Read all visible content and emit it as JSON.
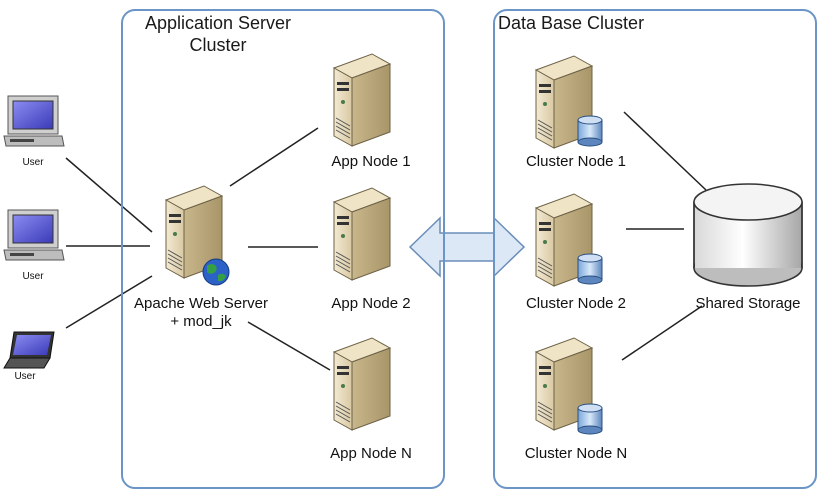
{
  "clusters": {
    "app": {
      "title_line1": "Application Server",
      "title_line2": "Cluster"
    },
    "db": {
      "title": "Data Base Cluster"
    }
  },
  "users": [
    "User",
    "User",
    "User"
  ],
  "web_server": {
    "line1": "Apache Web Server",
    "line2": "+ mod_jk"
  },
  "app_nodes": [
    "App Node 1",
    "App Node 2",
    "App Node N"
  ],
  "db_nodes": [
    "Cluster Node 1",
    "Cluster Node 2",
    "Cluster Node N"
  ],
  "storage": {
    "label": "Shared Storage"
  },
  "colors": {
    "cluster_border": "#6a95c6",
    "server_body": "#e8dcc0",
    "server_dark": "#b9a97f",
    "arrow_fill": "#dce8f5",
    "arrow_stroke": "#6a8db8"
  }
}
